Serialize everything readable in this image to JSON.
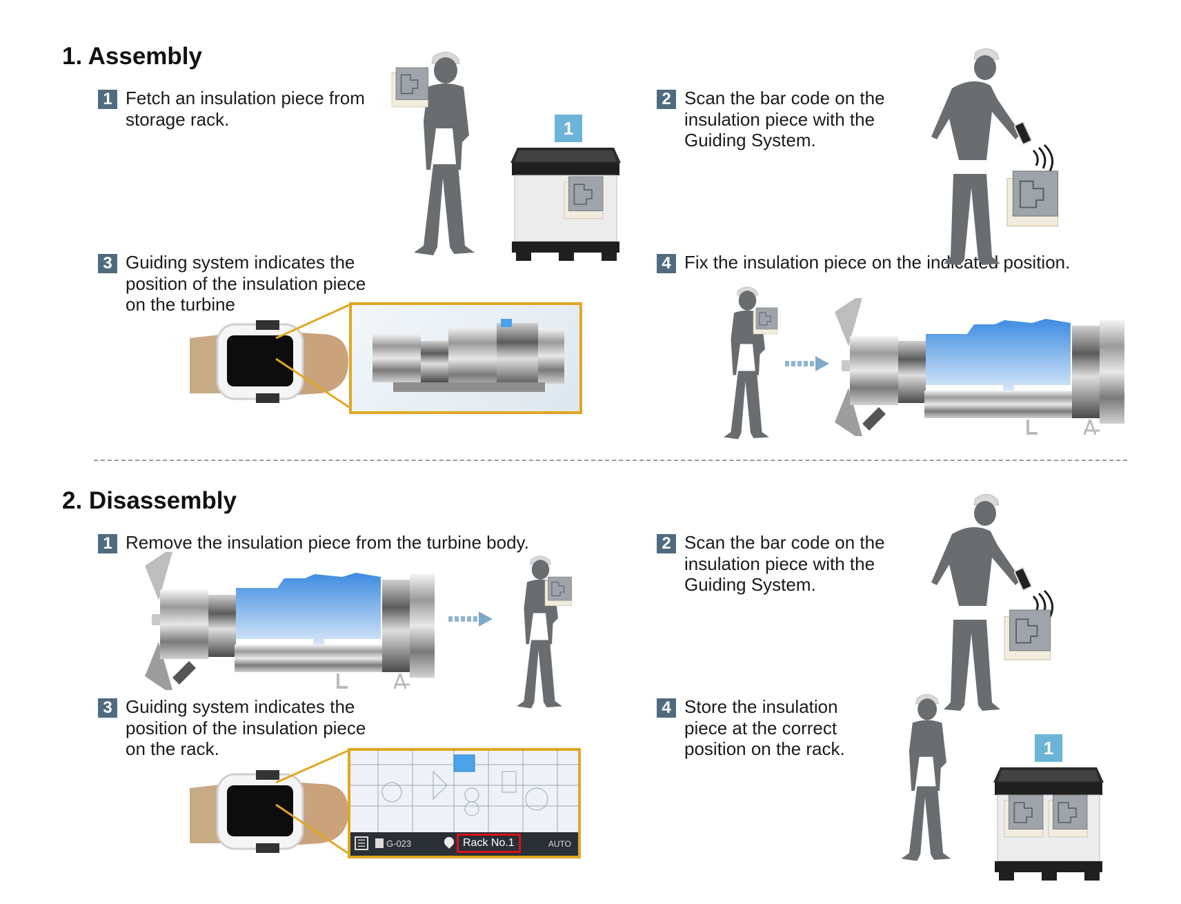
{
  "sections": [
    {
      "title": "1. Assembly",
      "steps": [
        {
          "num": "1",
          "lines": [
            "Fetch an insulation piece from",
            "storage rack."
          ]
        },
        {
          "num": "2",
          "lines": [
            "Scan the bar code on the",
            "insulation piece with the",
            "Guiding System."
          ]
        },
        {
          "num": "3",
          "lines": [
            "Guiding system indicates the",
            "position of the insulation piece",
            "on the turbine"
          ]
        },
        {
          "num": "4",
          "lines": [
            "Fix the insulation piece on the indicated position."
          ]
        }
      ]
    },
    {
      "title": "2. Disassembly",
      "steps": [
        {
          "num": "1",
          "lines": [
            "Remove the insulation piece from the turbine body."
          ]
        },
        {
          "num": "2",
          "lines": [
            "Scan the bar code on the",
            "insulation piece with the",
            "Guiding System."
          ]
        },
        {
          "num": "3",
          "lines": [
            "Guiding system indicates the",
            "position of the insulation piece",
            "on the rack."
          ]
        },
        {
          "num": "4",
          "lines": [
            "Store the insulation",
            "piece at the correct",
            "position on the rack."
          ]
        }
      ]
    }
  ],
  "rack_tags": {
    "assembly": "1",
    "disassembly": "1"
  },
  "device_screen": {
    "map_code": "G-023",
    "rack_label": "Rack No.1",
    "mode": "AUTO"
  },
  "colors": {
    "badge": "#4f6b7f",
    "callout_border": "#e0a722",
    "rack_tag": "#6cb4d8",
    "highlight_red": "#d8121b",
    "worker_gray": "#6a6d70"
  }
}
